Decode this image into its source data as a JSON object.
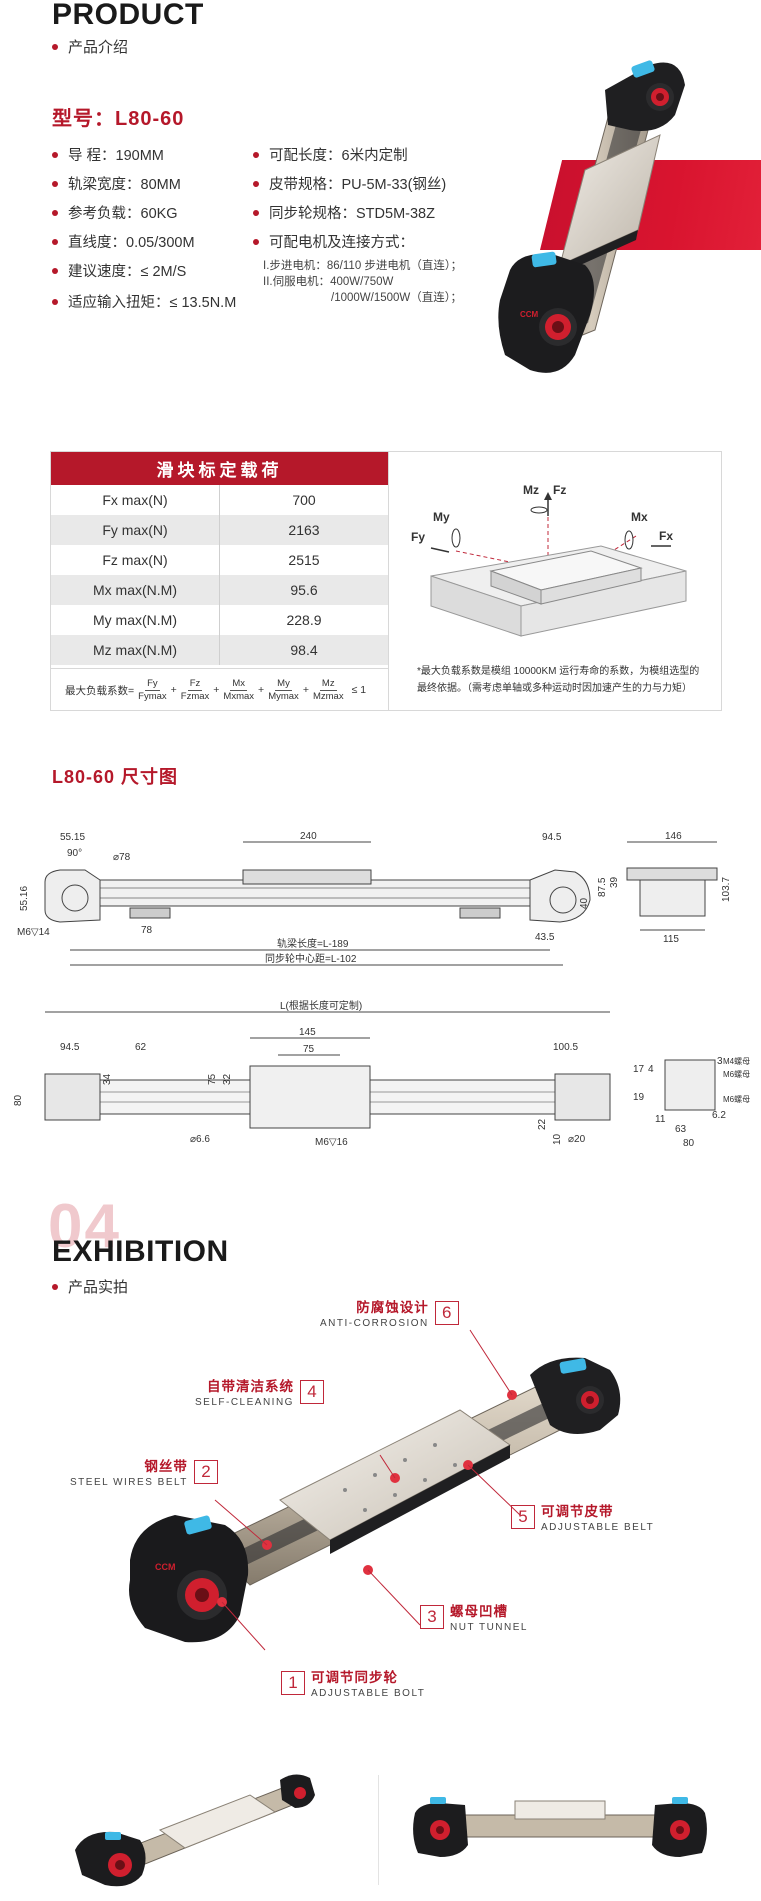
{
  "product": {
    "heading": "PRODUCT",
    "subheading": "产品介绍",
    "model": "型号：L80-60",
    "specs_left": [
      "导 程：190MM",
      "轨梁宽度：80MM",
      "参考负载：60KG",
      "直线度：0.05/300M",
      "建议速度：≤ 2M/S",
      "适应输入扭矩：≤ 13.5N.M"
    ],
    "specs_right": [
      "可配长度：6米内定制",
      "皮带规格：PU-5M-33(钢丝)",
      "同步轮规格：STD5M-38Z",
      "可配电机及连接方式："
    ],
    "motor_lines": [
      "I.步进电机：86/110 步进电机（直连）；",
      "II.伺服电机：400W/750W",
      "/1000W/1500W（直连）；"
    ],
    "brand": "CCM"
  },
  "load_table": {
    "title": "滑块标定载荷",
    "rows": [
      {
        "label": "Fx max(N)",
        "value": "700"
      },
      {
        "label": "Fy max(N)",
        "value": "2163"
      },
      {
        "label": "Fz max(N)",
        "value": "2515"
      },
      {
        "label": "Mx max(N.M)",
        "value": "95.6"
      },
      {
        "label": "My max(N.M)",
        "value": "228.9"
      },
      {
        "label": "Mz max(N.M)",
        "value": "98.4"
      }
    ],
    "formula_label": "最大负载系数=",
    "formula_terms": [
      {
        "num": "Fy",
        "den": "Fymax"
      },
      {
        "num": "Fz",
        "den": "Fzmax"
      },
      {
        "num": "Mx",
        "den": "Mxmax"
      },
      {
        "num": "My",
        "den": "Mymax"
      },
      {
        "num": "Mz",
        "den": "Mzmax"
      }
    ],
    "formula_tail": "≤ 1",
    "diagram_labels": {
      "mz": "Mz",
      "fz": "Fz",
      "my": "My",
      "mx": "Mx",
      "fy": "Fy",
      "fx": "Fx"
    },
    "note_lines": [
      "*最大负载系数是模组 10000KM 运行寿命的系数，为模组选型的",
      "最终依据。（需考虑单轴或多种运动时因加速产生的力与力矩）"
    ]
  },
  "dimensions": {
    "title": "L80-60 尺寸图",
    "top": {
      "d_55_15": "55.15",
      "d_90": "90°",
      "d_78": "⌀78",
      "d_240": "240",
      "d_94_5": "94.5",
      "d_146": "146",
      "d_39": "39",
      "d_103_7": "103.7",
      "d_55_16": "55.16",
      "d_87_5": "87.5",
      "d_40": "40",
      "d_m6": "M6▽14",
      "d_78b": "78",
      "d_43_5": "43.5",
      "d_115": "115",
      "rail_len": "轨梁长度=L-189",
      "belt_len": "同步轮中心距=L-102"
    },
    "bottom": {
      "total": "L(根据长度可定制)",
      "d_145": "145",
      "d_94_5": "94.5",
      "d_62": "62",
      "d_75": "75",
      "d_100_5": "100.5",
      "d_80": "80",
      "d_34": "34",
      "d_75v": "75",
      "d_32": "32",
      "d_6_6": "⌀6.6",
      "d_m6": "M6▽16",
      "d_22": "22",
      "d_10": "10",
      "d_20": "⌀20",
      "s_17": "17",
      "s_4": "4",
      "s_3": "3",
      "s_19": "19",
      "s_11": "11",
      "s_63": "63",
      "s_80": "80",
      "s_6_2": "6.2",
      "m4": "M4螺母",
      "m6a": "M6螺母",
      "m6b": "M6螺母"
    }
  },
  "exhibition": {
    "big_number": "04",
    "heading": "EXHIBITION",
    "subheading": "产品实拍",
    "callouts": [
      {
        "num": "6",
        "cn": "防腐蚀设计",
        "en": "ANTI-CORROSION"
      },
      {
        "num": "4",
        "cn": "自带清洁系统",
        "en": "SELF-CLEANING"
      },
      {
        "num": "2",
        "cn": "钢丝带",
        "en": "STEEL WIRES BELT"
      },
      {
        "num": "5",
        "cn": "可调节皮带",
        "en": "ADJUSTABLE BELT"
      },
      {
        "num": "3",
        "cn": "螺母凹槽",
        "en": "NUT TUNNEL"
      },
      {
        "num": "1",
        "cn": "可调节同步轮",
        "en": "ADJUSTABLE BOLT"
      }
    ]
  },
  "colors": {
    "accent": "#b5182a",
    "rail": "#c9bfb0",
    "cap": "#1c1c1e",
    "cyan": "#3fb9e6"
  }
}
